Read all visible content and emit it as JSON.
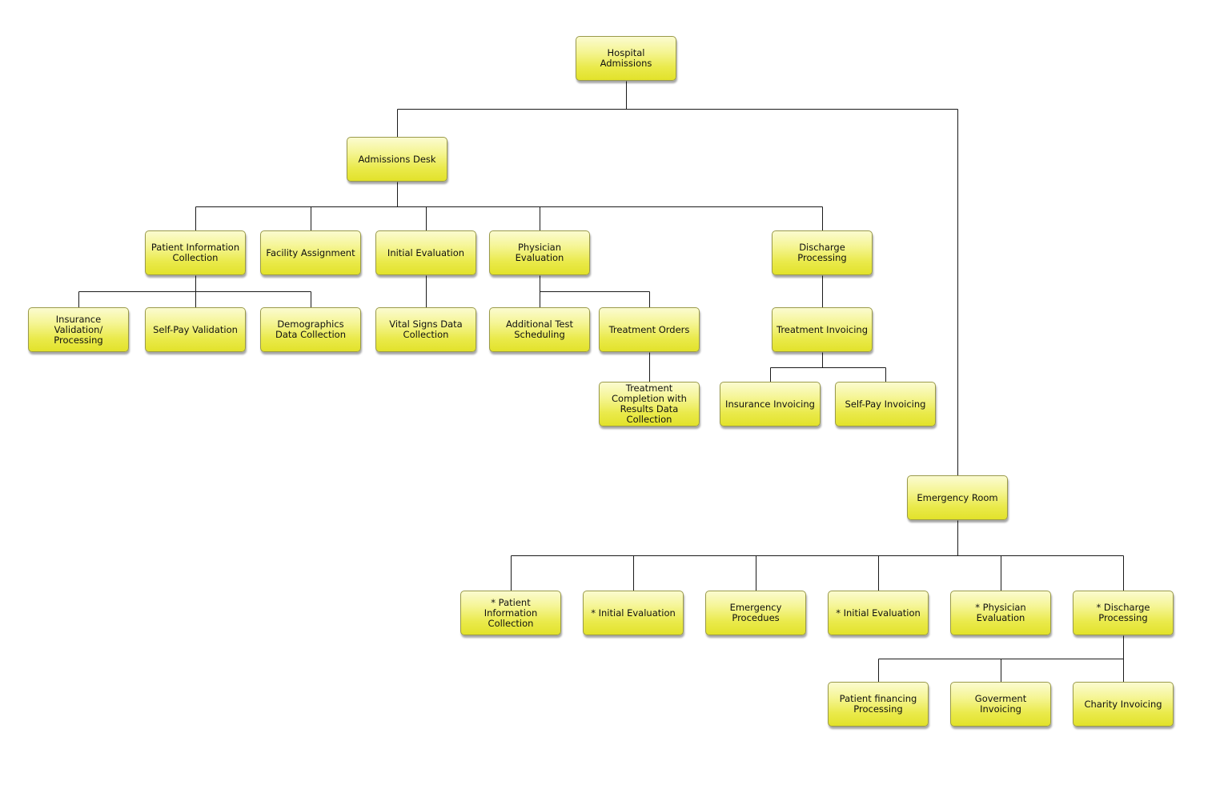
{
  "diagram": {
    "nodes": [
      {
        "id": "hospital-admissions",
        "label": "Hospital Admissions",
        "parent": null
      },
      {
        "id": "admissions-desk",
        "label": "Admissions Desk",
        "parent": "hospital-admissions"
      },
      {
        "id": "patient-info-collection",
        "label": "Patient Information Collection",
        "parent": "admissions-desk"
      },
      {
        "id": "facility-assignment",
        "label": "Facility Assignment",
        "parent": "admissions-desk"
      },
      {
        "id": "initial-evaluation",
        "label": "Initial Evaluation",
        "parent": "admissions-desk"
      },
      {
        "id": "physician-evaluation",
        "label": "Physician Evaluation",
        "parent": "admissions-desk"
      },
      {
        "id": "discharge-processing",
        "label": "Discharge Processing",
        "parent": "admissions-desk"
      },
      {
        "id": "insurance-validation",
        "label": "Insurance Validation/\nProcessing",
        "parent": "patient-info-collection"
      },
      {
        "id": "self-pay-validation",
        "label": "Self-Pay Validation",
        "parent": "patient-info-collection"
      },
      {
        "id": "demographics-data-collection",
        "label": "Demographics Data Collection",
        "parent": "patient-info-collection"
      },
      {
        "id": "vital-signs-data-collection",
        "label": "Vital Signs Data Collection",
        "parent": "initial-evaluation"
      },
      {
        "id": "additional-test-scheduling",
        "label": "Additional Test Scheduling",
        "parent": "physician-evaluation"
      },
      {
        "id": "treatment-orders",
        "label": "Treatment Orders",
        "parent": "physician-evaluation"
      },
      {
        "id": "treatment-completion",
        "label": "Treatment Completion with Results Data Collection",
        "parent": "treatment-orders"
      },
      {
        "id": "treatment-invoicing",
        "label": "Treatment Invoicing",
        "parent": "discharge-processing"
      },
      {
        "id": "insurance-invoicing",
        "label": "Insurance Invoicing",
        "parent": "treatment-invoicing"
      },
      {
        "id": "self-pay-invoicing",
        "label": "Self-Pay Invoicing",
        "parent": "treatment-invoicing"
      },
      {
        "id": "emergency-room",
        "label": "Emergency Room",
        "parent": "hospital-admissions"
      },
      {
        "id": "er-patient-info-collection",
        "label": "* Patient Information Collection",
        "parent": "emergency-room"
      },
      {
        "id": "er-initial-evaluation-1",
        "label": "* Initial Evaluation",
        "parent": "emergency-room"
      },
      {
        "id": "er-emergency-procedues",
        "label": "Emergency Procedues",
        "parent": "emergency-room"
      },
      {
        "id": "er-initial-evaluation-2",
        "label": "* Initial Evaluation",
        "parent": "emergency-room"
      },
      {
        "id": "er-physician-evaluation",
        "label": "* Physician Evaluation",
        "parent": "emergency-room"
      },
      {
        "id": "er-discharge-processing",
        "label": "* Discharge Processing",
        "parent": "emergency-room"
      },
      {
        "id": "patient-financing-processing",
        "label": "Patient financing Processing",
        "parent": "er-discharge-processing"
      },
      {
        "id": "goverment-invoicing",
        "label": "Goverment Invoicing",
        "parent": "er-discharge-processing"
      },
      {
        "id": "charity-invoicing",
        "label": "Charity Invoicing",
        "parent": "er-discharge-processing"
      }
    ]
  }
}
